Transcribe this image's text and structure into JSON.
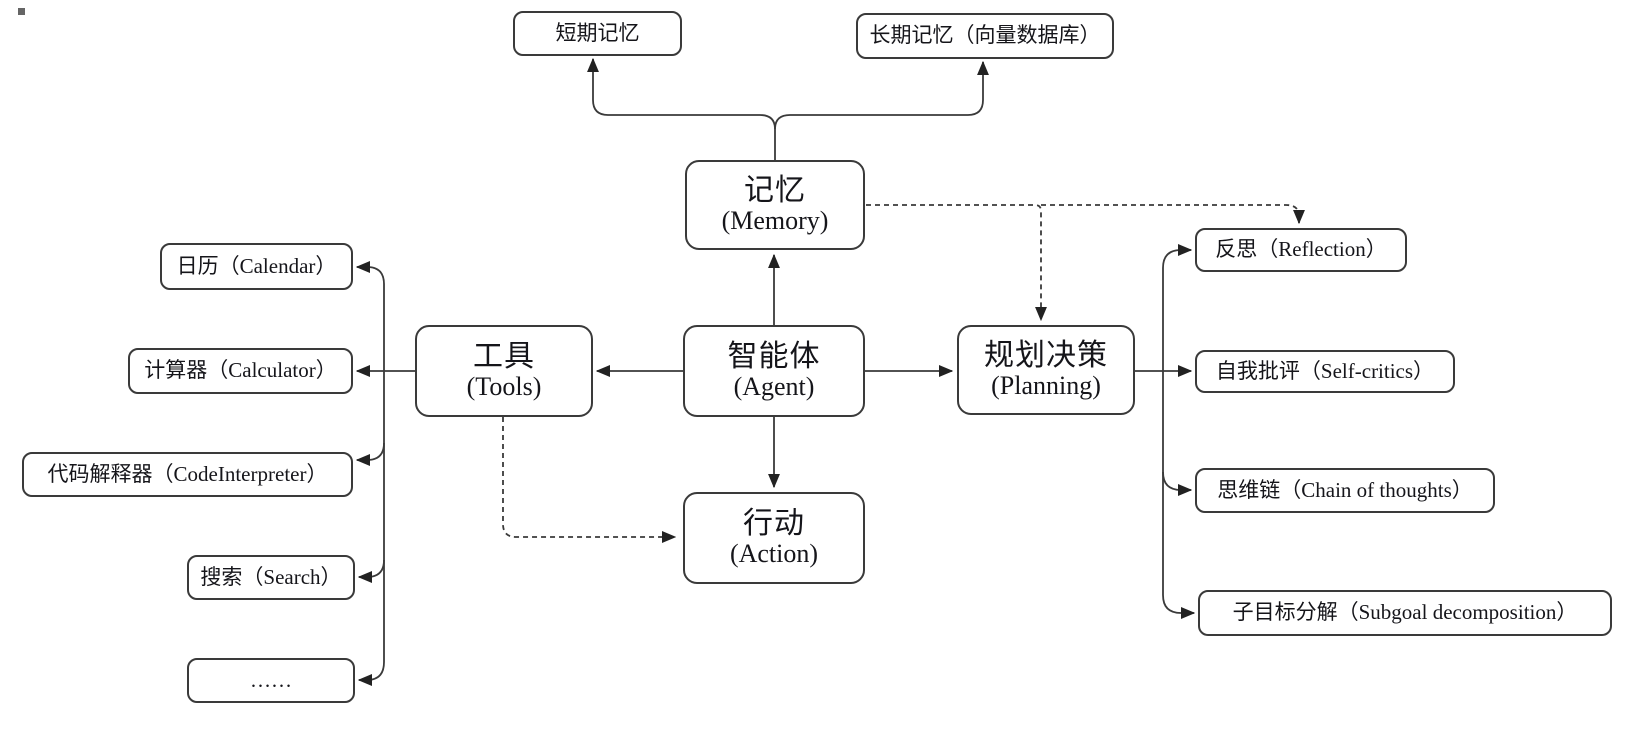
{
  "diagram_type": "agent-architecture-flowchart",
  "colors": {
    "background": "#ffffff",
    "line": "#3a3a3a",
    "box_border": "#3a3a3a",
    "box_fill": "#ffffff",
    "text": "#15151a"
  },
  "nodes": {
    "agent": {
      "zh": "智能体",
      "en": "(Agent)"
    },
    "memory": {
      "zh": "记忆",
      "en": "(Memory)"
    },
    "tools": {
      "zh": "工具",
      "en": "(Tools)"
    },
    "planning": {
      "zh": "规划决策",
      "en": "(Planning)"
    },
    "action": {
      "zh": "行动",
      "en": "(Action)"
    },
    "short_term_memory": {
      "label": "短期记忆"
    },
    "long_term_memory": {
      "label": "长期记忆（向量数据库）"
    },
    "calendar": {
      "label": "日历（Calendar）"
    },
    "calculator": {
      "label": "计算器（Calculator）"
    },
    "code_interpreter": {
      "label": "代码解释器（CodeInterpreter）"
    },
    "search": {
      "label": "搜索（Search）"
    },
    "more_tools": {
      "label": "……"
    },
    "reflection": {
      "label": "反思（Reflection）"
    },
    "self_critics": {
      "label": "自我批评（Self-critics）"
    },
    "chain_of_thoughts": {
      "label": "思维链（Chain of thoughts）"
    },
    "subgoal_decomposition": {
      "label": "子目标分解（Subgoal decomposition）"
    }
  },
  "edges": [
    {
      "from": "agent",
      "to": "memory",
      "style": "solid"
    },
    {
      "from": "agent",
      "to": "tools",
      "style": "solid"
    },
    {
      "from": "agent",
      "to": "planning",
      "style": "solid"
    },
    {
      "from": "agent",
      "to": "action",
      "style": "solid"
    },
    {
      "from": "memory",
      "to": "short_term_memory",
      "style": "solid"
    },
    {
      "from": "memory",
      "to": "long_term_memory",
      "style": "solid"
    },
    {
      "from": "tools",
      "to": "calendar",
      "style": "solid"
    },
    {
      "from": "tools",
      "to": "calculator",
      "style": "solid"
    },
    {
      "from": "tools",
      "to": "code_interpreter",
      "style": "solid"
    },
    {
      "from": "tools",
      "to": "search",
      "style": "solid"
    },
    {
      "from": "tools",
      "to": "more_tools",
      "style": "solid"
    },
    {
      "from": "planning",
      "to": "reflection",
      "style": "solid"
    },
    {
      "from": "planning",
      "to": "self_critics",
      "style": "solid"
    },
    {
      "from": "planning",
      "to": "chain_of_thoughts",
      "style": "solid"
    },
    {
      "from": "planning",
      "to": "subgoal_decomposition",
      "style": "solid"
    },
    {
      "from": "memory",
      "to": "planning",
      "style": "dashed"
    },
    {
      "from": "memory",
      "to": "reflection",
      "style": "dashed"
    },
    {
      "from": "tools",
      "to": "action",
      "style": "dashed"
    }
  ]
}
